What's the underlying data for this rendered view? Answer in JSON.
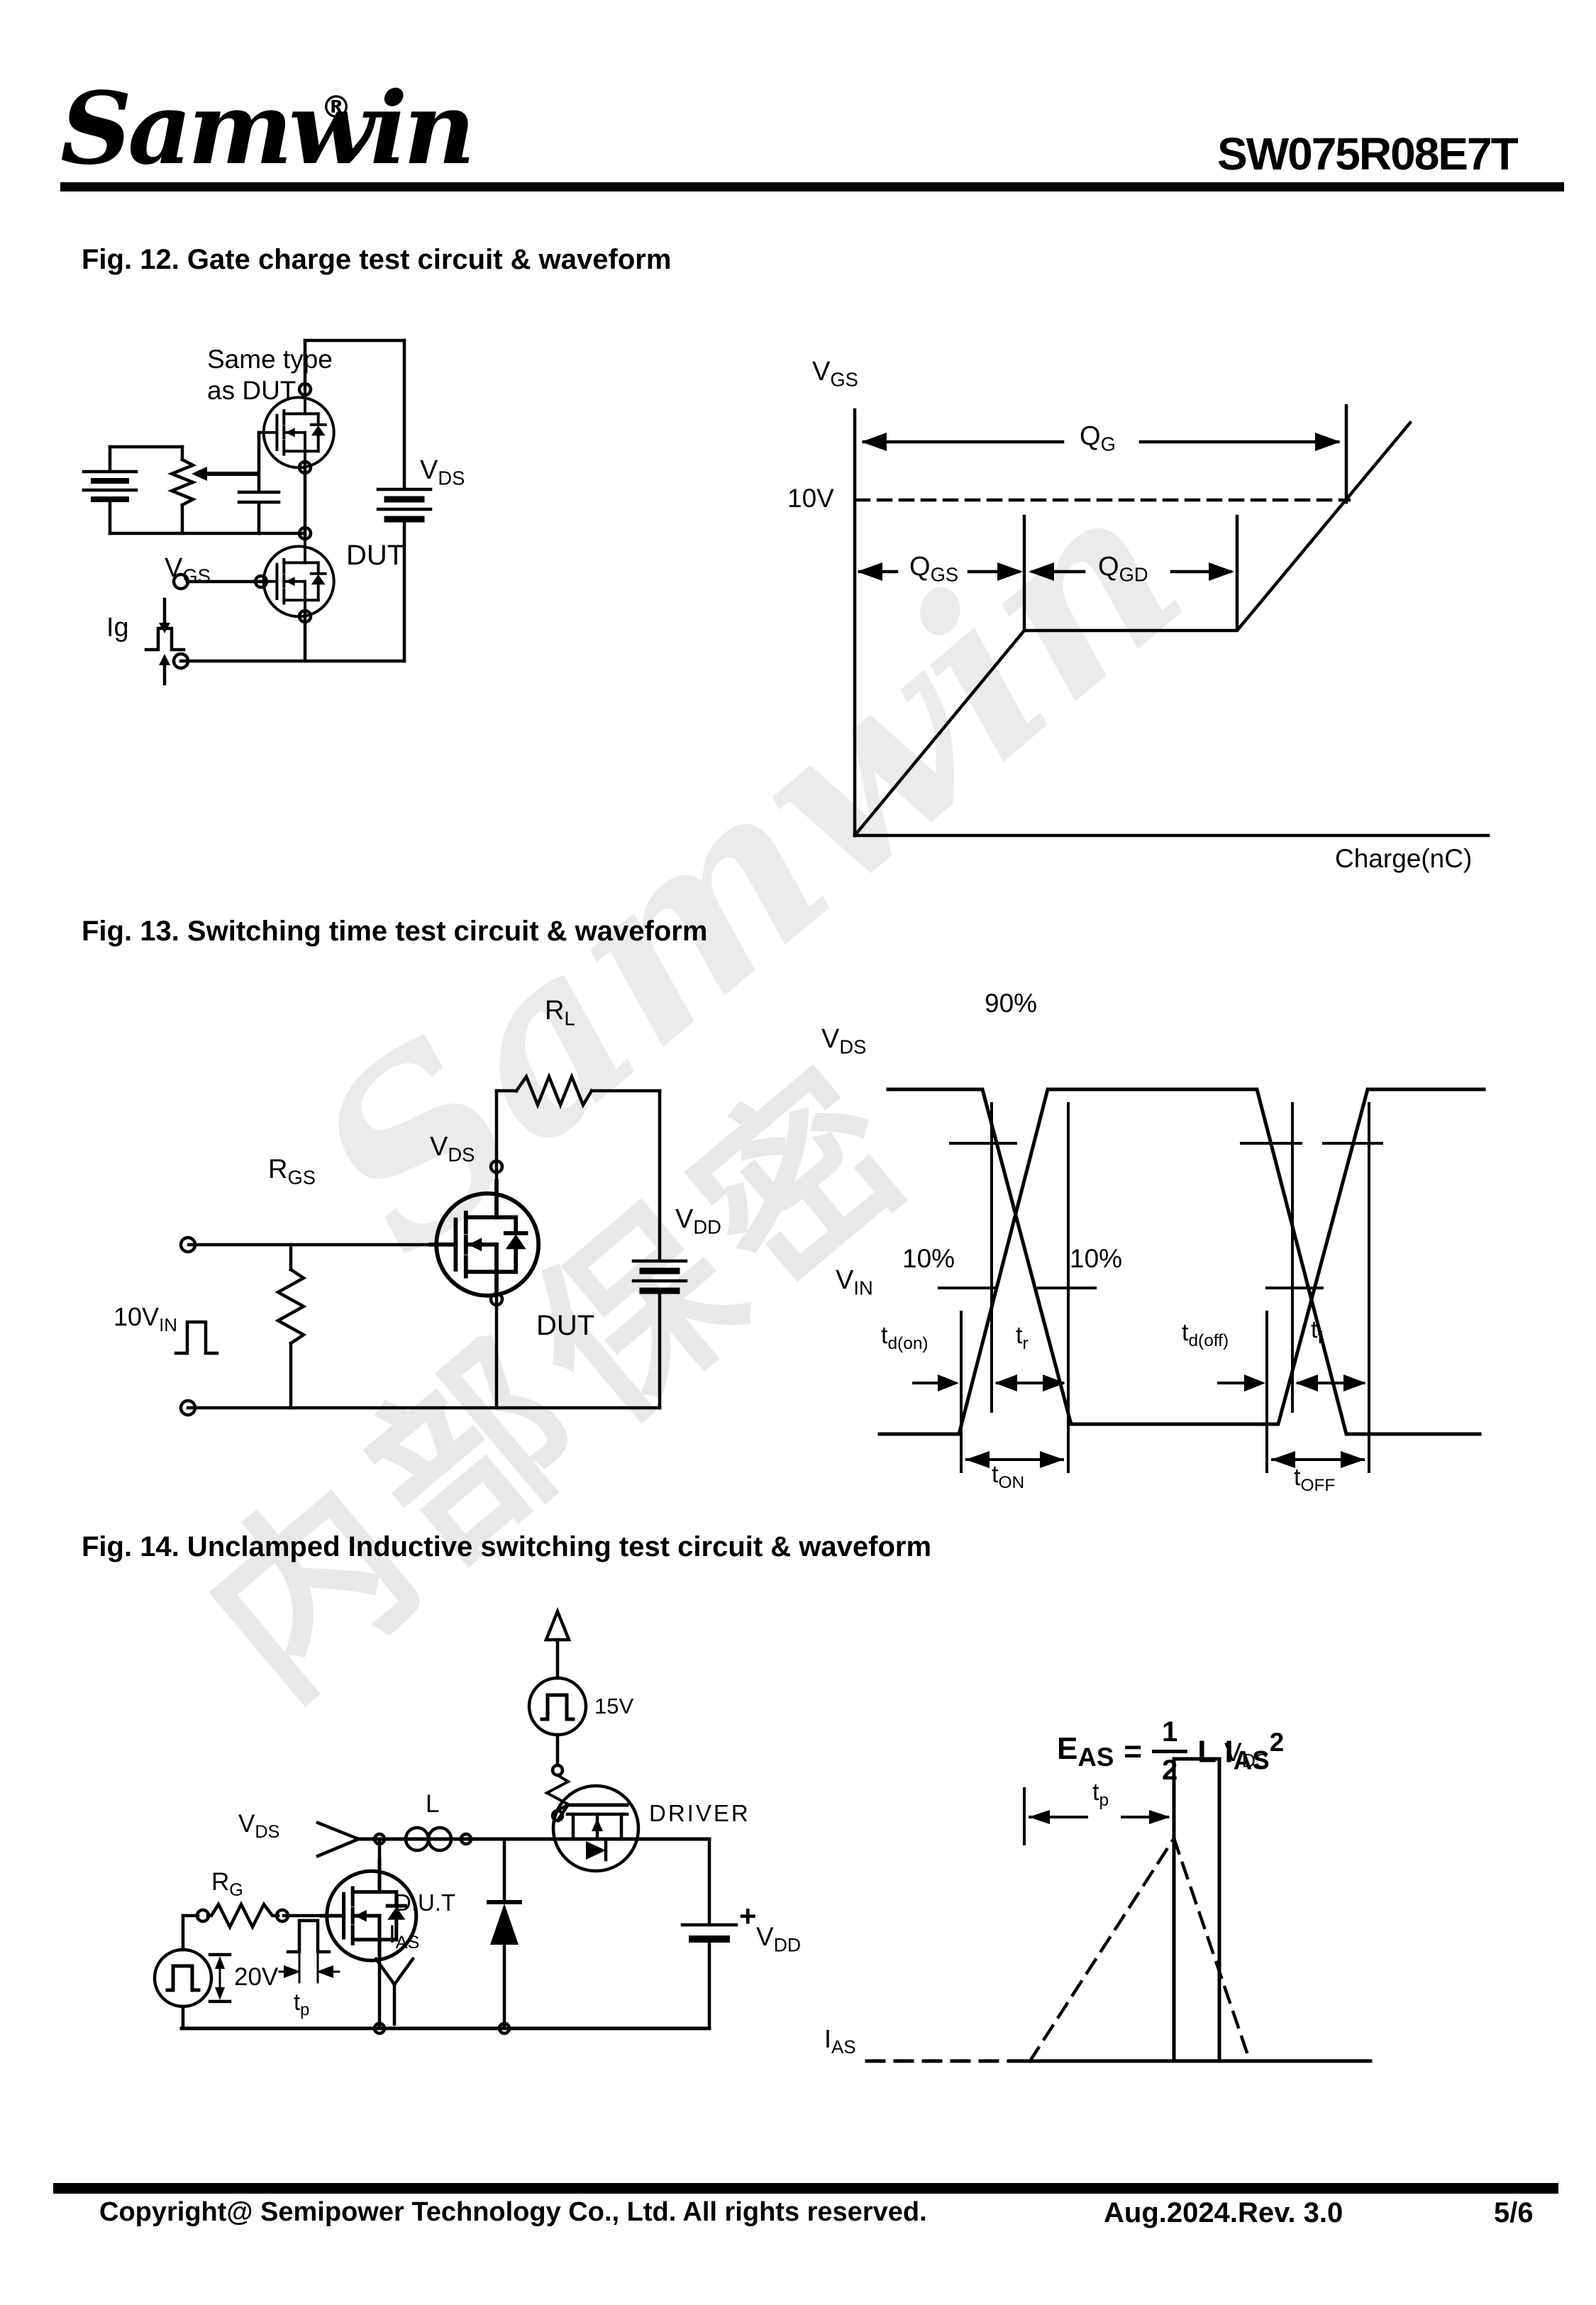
{
  "header": {
    "logo": "Samwin",
    "registered": "®",
    "part_number": "SW075R08E7T"
  },
  "watermark": {
    "line1": "Samwin",
    "line2": "内部保密"
  },
  "fig12": {
    "title": "Fig. 12. Gate charge test circuit & waveform",
    "circuit": {
      "same_type_line1": "Same type",
      "same_type_line2": "as DUT",
      "dut": "DUT",
      "vgs": {
        "base": "V",
        "sub": "GS"
      },
      "ig": "Ig",
      "vds": {
        "base": "V",
        "sub": "DS"
      }
    },
    "waveform": {
      "y_axis": {
        "base": "V",
        "sub": "GS"
      },
      "level_10v": "10V",
      "qg": {
        "base": "Q",
        "sub": "G"
      },
      "qgs": {
        "base": "Q",
        "sub": "GS"
      },
      "qgd": {
        "base": "Q",
        "sub": "GD"
      },
      "x_axis": "Charge(nC)"
    }
  },
  "fig13": {
    "title": "Fig. 13. Switching time test circuit & waveform",
    "circuit": {
      "rl": {
        "base": "R",
        "sub": "L"
      },
      "rgs": {
        "base": "R",
        "sub": "GS"
      },
      "vds": {
        "base": "V",
        "sub": "DS"
      },
      "vdd": {
        "base": "V",
        "sub": "DD"
      },
      "dut": "DUT",
      "vin": {
        "base": "10V",
        "sub": "IN"
      }
    },
    "waveform": {
      "vds": {
        "base": "V",
        "sub": "DS"
      },
      "vin": {
        "base": "V",
        "sub": "IN"
      },
      "pct90": "90%",
      "pct10_left": "10%",
      "pct10_right": "10%",
      "td_on": {
        "base": "t",
        "sub": "d(on)"
      },
      "tr": {
        "base": "t",
        "sub": "r"
      },
      "td_off": {
        "base": "t",
        "sub": "d(off)"
      },
      "tf": {
        "base": "t",
        "sub": "f"
      },
      "t_on": {
        "base": "t",
        "sub": "ON"
      },
      "t_off": {
        "base": "t",
        "sub": "OFF"
      }
    }
  },
  "fig14": {
    "title": "Fig. 14. Unclamped Inductive switching test circuit & waveform",
    "circuit": {
      "v15": "15V",
      "driver": "DRIVER",
      "l": "L",
      "vds": {
        "base": "V",
        "sub": "DS"
      },
      "rg": {
        "base": "R",
        "sub": "G"
      },
      "dut": "D.U.T",
      "ias": {
        "base": "I",
        "sub": "AS"
      },
      "v20": "20V",
      "tp": {
        "base": "t",
        "sub": "p"
      },
      "plus": "+",
      "vdd": {
        "base": "V",
        "sub": "DD"
      }
    },
    "formula": {
      "e": "E",
      "e_sub": "AS",
      "eq": "=",
      "num": "1",
      "den": "2",
      "mid": "L I",
      "mid_sub": "AS",
      "sup": "2"
    },
    "waveform": {
      "vds": {
        "base": "V",
        "sub": "DS"
      },
      "tp": {
        "base": "t",
        "sub": "p"
      },
      "ias": {
        "base": "I",
        "sub": "AS"
      }
    }
  },
  "footer": {
    "copyright": "Copyright@ Semipower Technology Co., Ltd. All rights reserved.",
    "revision": "Aug.2024.Rev. 3.0",
    "page": "5/6"
  }
}
